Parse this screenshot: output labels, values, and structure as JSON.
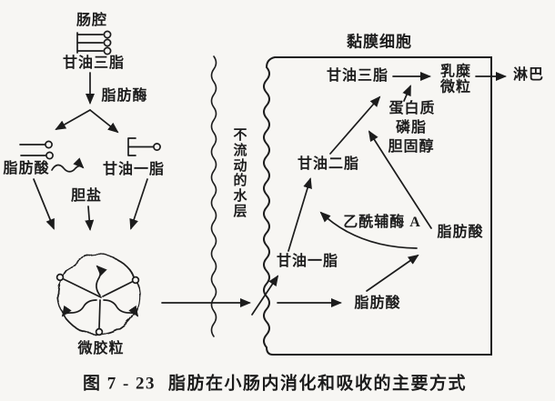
{
  "colors": {
    "ink": "#1c1c1c",
    "paper": "#f7f6f3"
  },
  "caption": {
    "number": "图 7 - 23",
    "title": "脂肪在小肠内消化和吸收的主要方式"
  },
  "lumen": {
    "region_label": "肠腔",
    "triglyceride": "甘油三脂",
    "lipase": "脂肪酶",
    "fatty_acid": "脂肪酸",
    "monoglyceride": "甘油一脂",
    "bile_salt": "胆盐",
    "micelle": "微胶粒"
  },
  "water_layer": {
    "label": "不流动的水层"
  },
  "mucosa_cell": {
    "region_label": "黏膜细胞",
    "monoglyceride": "甘油一脂",
    "diglyceride": "甘油二脂",
    "triglyceride": "甘油三脂",
    "fatty_acid_entering": "脂肪酸",
    "fatty_acid": "脂肪酸",
    "acetyl_coa": "乙酰辅酶 A",
    "protein": "蛋白质",
    "phospholipid": "磷脂",
    "cholesterol": "胆固醇",
    "chylomicron": "乳糜微粒",
    "lymph": "淋巴"
  }
}
